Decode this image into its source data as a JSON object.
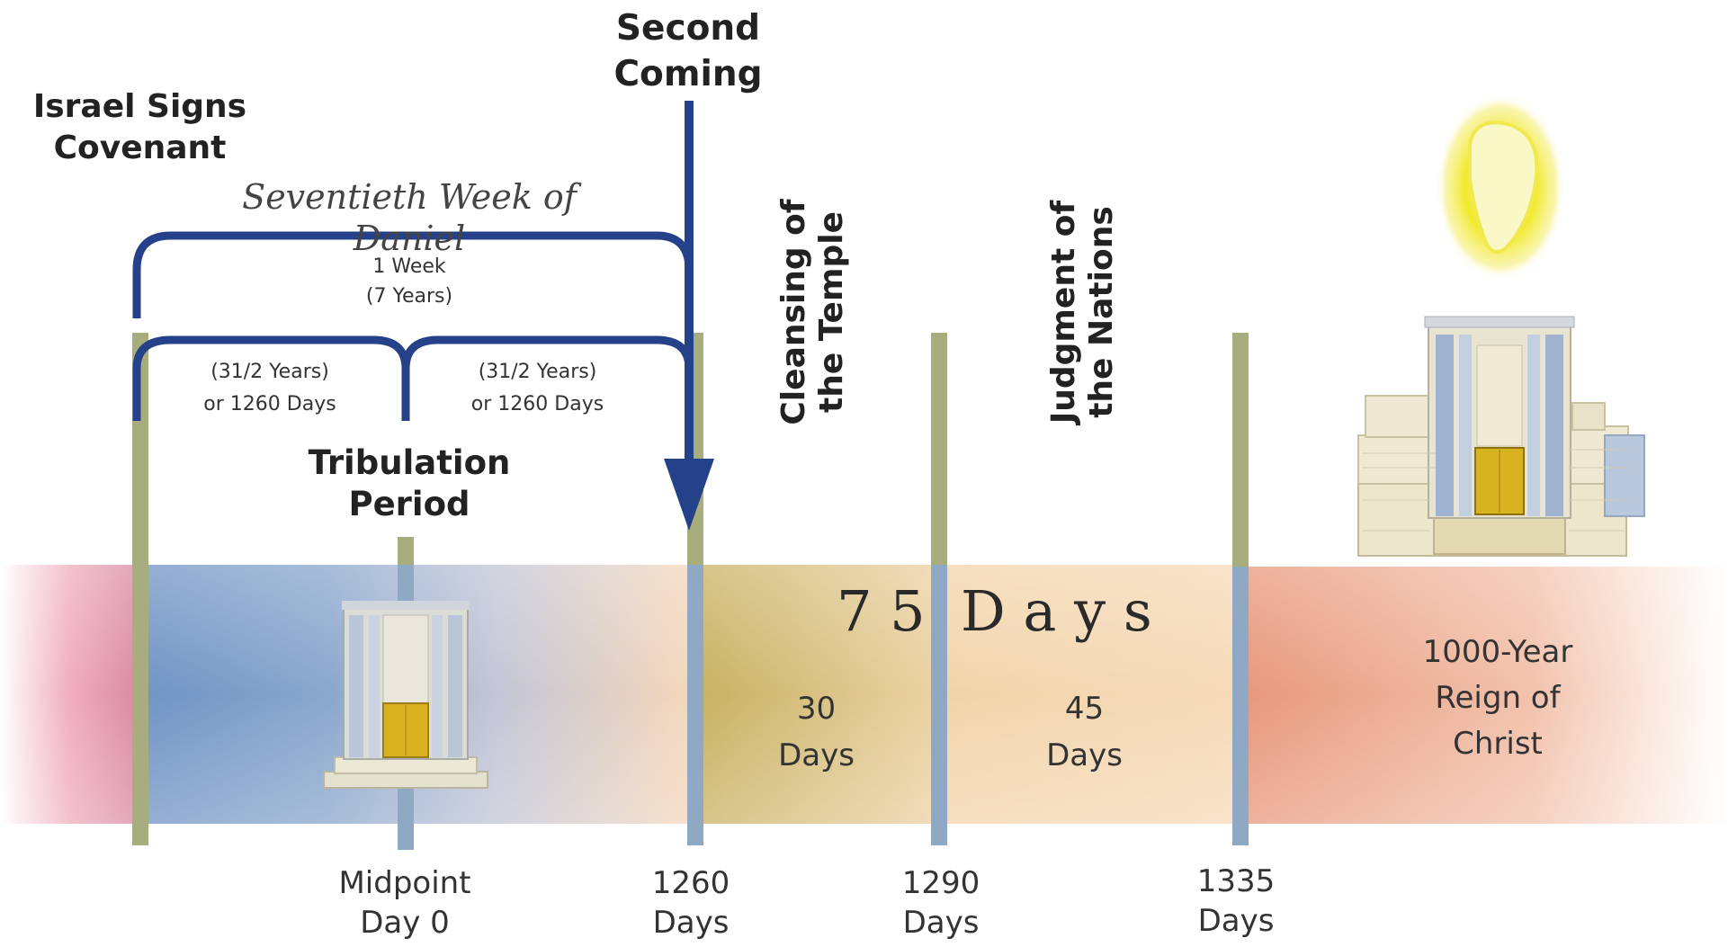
{
  "labels": {
    "israel_signs_covenant": "Israel Signs\nCovenant",
    "second_coming": "Second\nComing",
    "seventieth_week": "Seventieth Week of Daniel",
    "one_week": "1 Week\n(7 Years)",
    "half_week_left": "(31/2 Years)\nor 1260 Days",
    "half_week_right": "(31/2 Years)\nor 1260 Days",
    "tribulation_period": "Tribulation\nPeriod",
    "cleansing_of_temple": "Cleansing of\nthe Temple",
    "judgment_of_nations": "Judgment of\nthe Nations",
    "seventy_five_days": "7 5  D a y s",
    "thirty_days": "30\nDays",
    "forty_five_days": "45\nDays",
    "millennium": "1000-Year\nReign of\nChrist"
  },
  "axis_labels": {
    "midpoint": "Midpoint\nDay 0",
    "day_1260": "1260\nDays",
    "day_1290": "1290\nDays",
    "day_1335": "1335\nDays"
  },
  "colors": {
    "arrow_blue": "#24418a",
    "post_olive": "#a8ad7d",
    "post_blue": "#8fa8c4",
    "band_blue": "#7c9cc6",
    "band_gold": "#cdb86d",
    "band_peach": "#f3d3ad",
    "band_salmon": "#eaa184",
    "band_pink": "#e98aa0",
    "glory_yellow": "#f4ec3c",
    "temple_gold": "#d8b21f"
  },
  "icons": {
    "small_temple": "temple-icon",
    "large_temple": "millennial-temple-icon",
    "glory_cloud": "shekinah-glory-icon"
  }
}
